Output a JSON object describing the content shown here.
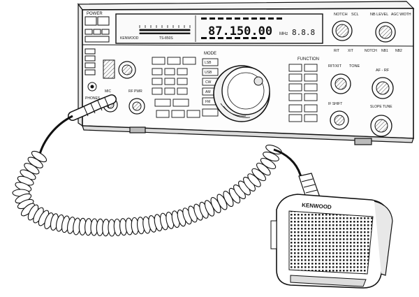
{
  "radio": {
    "brand": "KENWOOD",
    "model": "TS-850S",
    "power_label": "POWER",
    "frequency": "87.150.00",
    "freq_unit": "MHz",
    "sub_display": "8.8.8",
    "notch_label": "NOTCH",
    "scl_label": "SCL",
    "nb_level_label": "NB LEVEL",
    "agc_width_label": "AGC WIDTH",
    "mode_label": "MODE",
    "function_label": "FUNCTION",
    "rit_xit_label": "RIT/XIT",
    "tone_label": "TONE",
    "af_rf_label": "AF - RF",
    "mic_label": "MIC",
    "rf_pwr_label": "RF PWR",
    "ifshift_label": "IF SHIFT",
    "slope_tune_label": "SLOPE TUNE",
    "phones_label": "PHONES",
    "rit_label": "RIT",
    "xit_label": "XIT",
    "notch_btn_label": "NOTCH",
    "nb1_label": "NB1",
    "nb2_label": "NB2",
    "fm_label": "FM",
    "am_label": "AM",
    "cw_label": "CW",
    "usb_label": "USB",
    "lsb_label": "LSB"
  },
  "microphone": {
    "brand": "KENWOOD"
  }
}
